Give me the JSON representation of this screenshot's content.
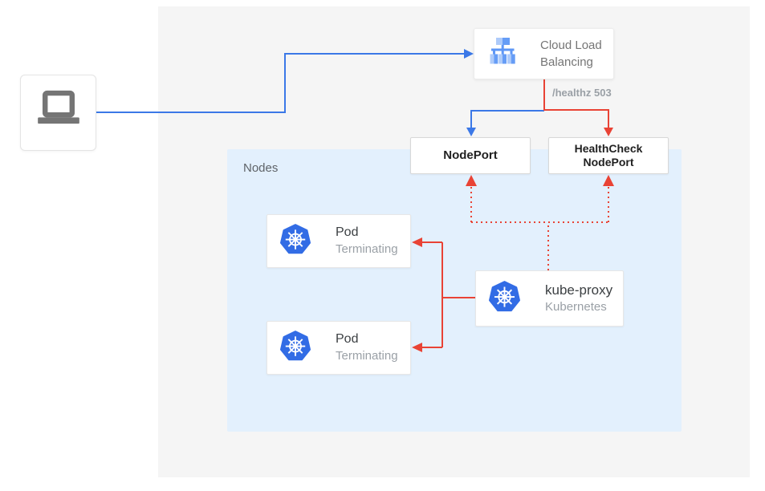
{
  "colors": {
    "page_bg": "#ffffff",
    "canvas_bg": "#f5f5f5",
    "nodes_group_bg": "#e3f0fd",
    "traffic_blue": "#3b78e7",
    "health_red": "#e94335",
    "kubernetes_blue": "#326ce5",
    "load_balancer_blue_light": "#aecbfa",
    "load_balancer_blue_mid": "#669df6",
    "icon_gray": "#757575"
  },
  "cloud_load_balancing": {
    "label": "Cloud Load Balancing"
  },
  "health_check_path": {
    "label": "/healthz 503"
  },
  "nodes_group": {
    "label": "Nodes"
  },
  "node_port": {
    "label": "NodePort"
  },
  "health_check_node_port": {
    "line1": "HealthCheck",
    "line2": "NodePort"
  },
  "pods": [
    {
      "title": "Pod",
      "status": "Terminating"
    },
    {
      "title": "Pod",
      "status": "Terminating"
    }
  ],
  "kube_proxy": {
    "title": "kube-proxy",
    "subtitle": "Kubernetes"
  }
}
